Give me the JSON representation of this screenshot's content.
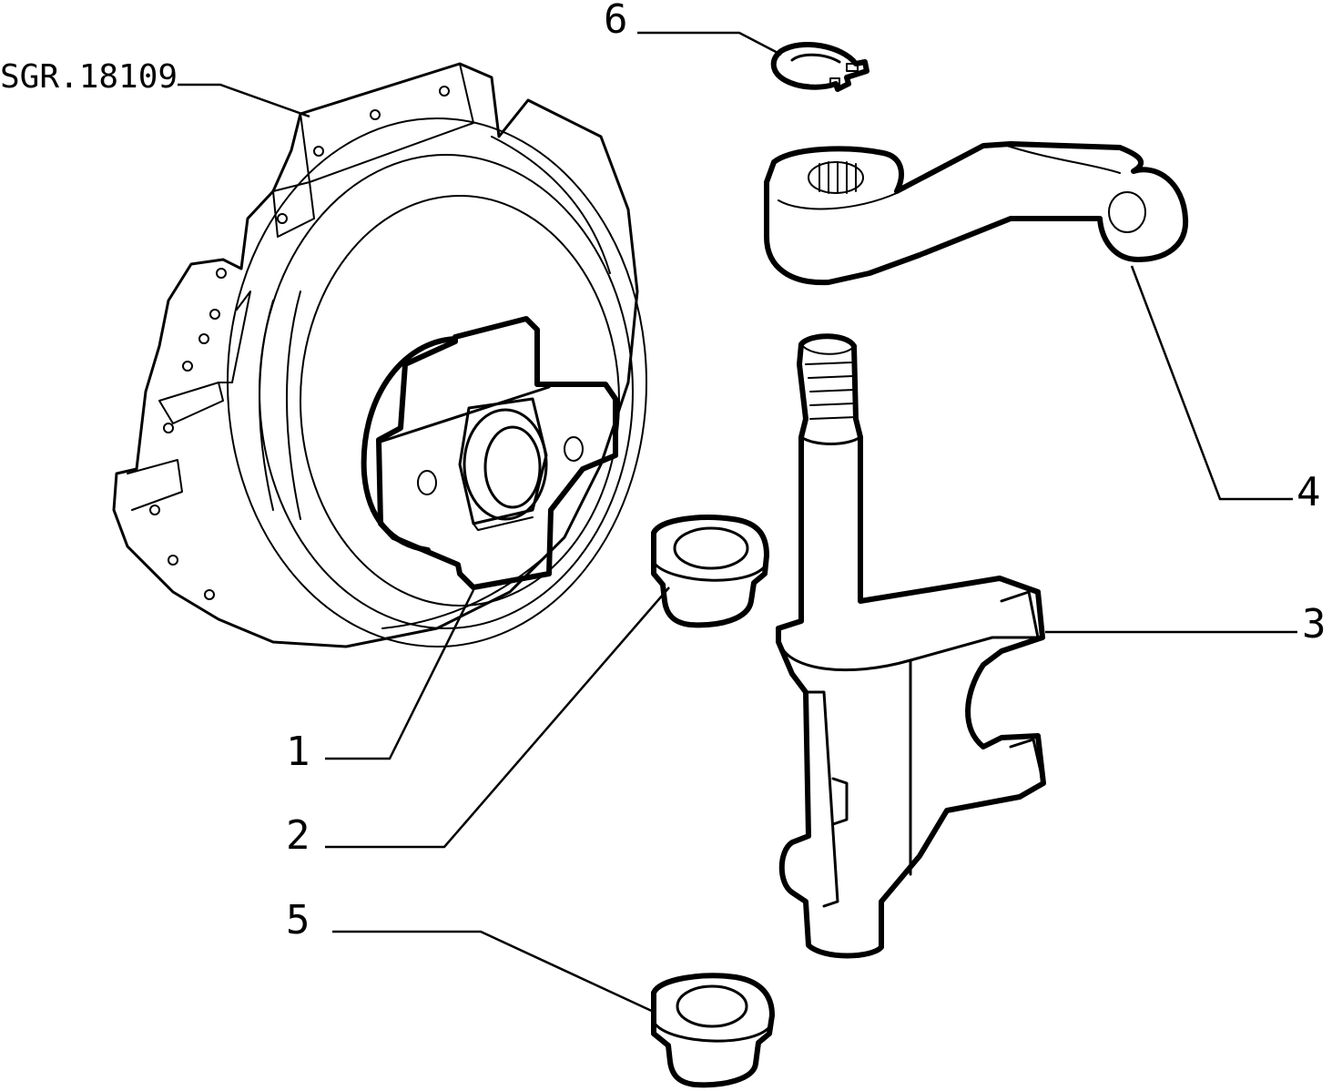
{
  "drawing": {
    "reference_code": "SGR.18109",
    "callouts": [
      {
        "id": "1",
        "text": "1"
      },
      {
        "id": "2",
        "text": "2"
      },
      {
        "id": "3",
        "text": "3"
      },
      {
        "id": "4",
        "text": "4"
      },
      {
        "id": "5",
        "text": "5"
      },
      {
        "id": "6",
        "text": "6"
      }
    ]
  }
}
